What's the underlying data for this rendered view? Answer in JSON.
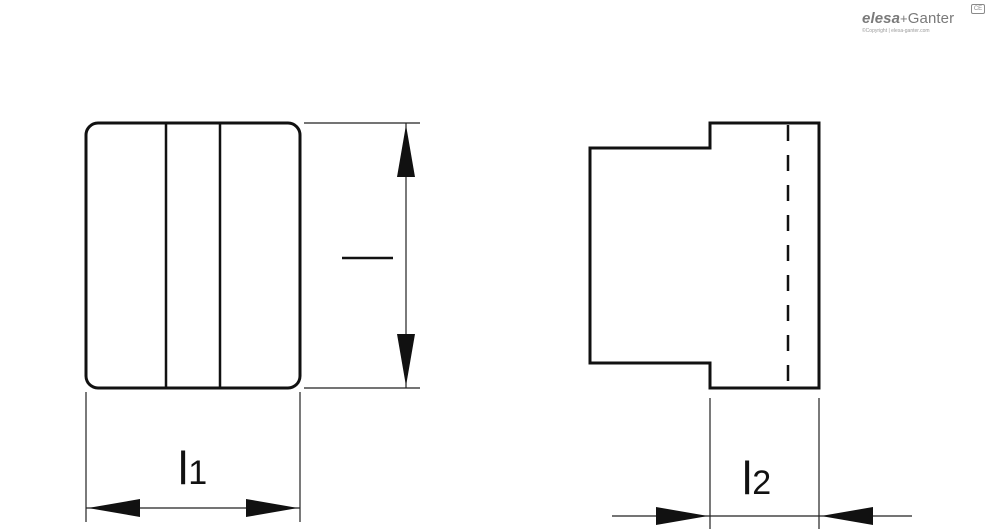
{
  "logo": {
    "brand_left": "elesa",
    "brand_plus": "+",
    "brand_right": "Ganter",
    "copyright": "©Copyright | elesa-ganter.com",
    "badge": "CE"
  },
  "labels": {
    "length": "l",
    "length_1": "l",
    "length_1_sub": "1",
    "length_2": "l",
    "length_2_sub": "2"
  },
  "colors": {
    "stroke": "#111111",
    "logo": "#7a7a7a"
  }
}
